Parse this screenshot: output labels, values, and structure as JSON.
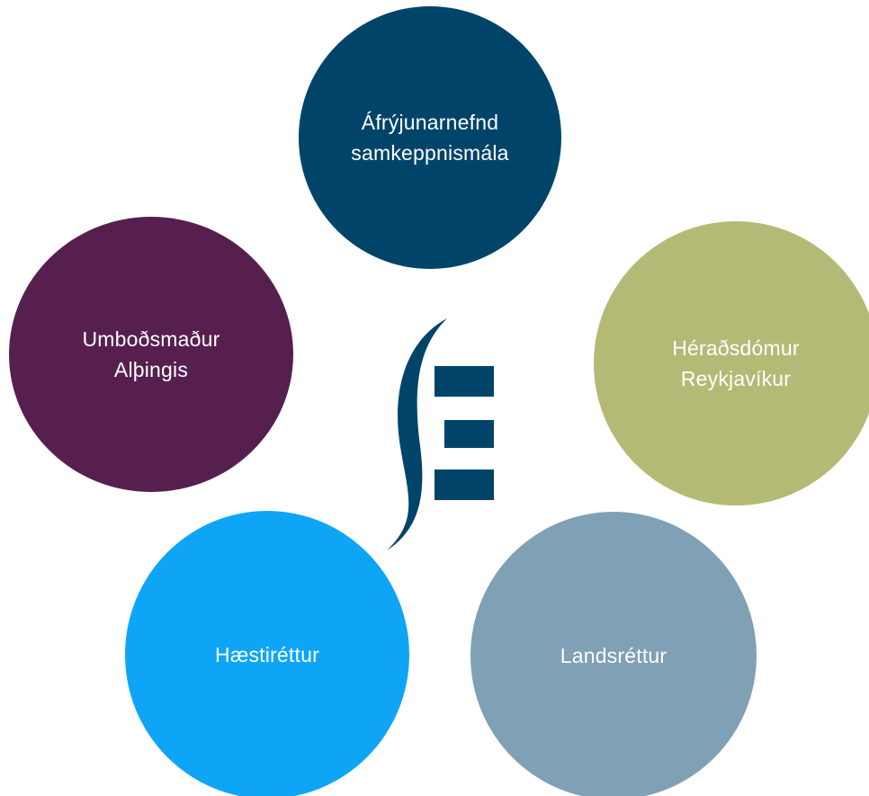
{
  "diagram": {
    "nodes": [
      {
        "id": "top",
        "label": "Áfrýjunarnefnd\nsamkeppnismála",
        "color": "#00446a"
      },
      {
        "id": "left",
        "label": "Umboðsmaður\nAlþingis",
        "color": "#561f4e"
      },
      {
        "id": "right",
        "label": "Héraðsdómur\nReykjavíkur",
        "color": "#b4ba76"
      },
      {
        "id": "bottom-left",
        "label": "Hæstiréttur",
        "color": "#0ea5f7"
      },
      {
        "id": "bottom-right",
        "label": "Landsréttur",
        "color": "#80a0b5"
      }
    ],
    "logo": {
      "icon": "se-logo-icon",
      "color": "#00446a"
    }
  }
}
